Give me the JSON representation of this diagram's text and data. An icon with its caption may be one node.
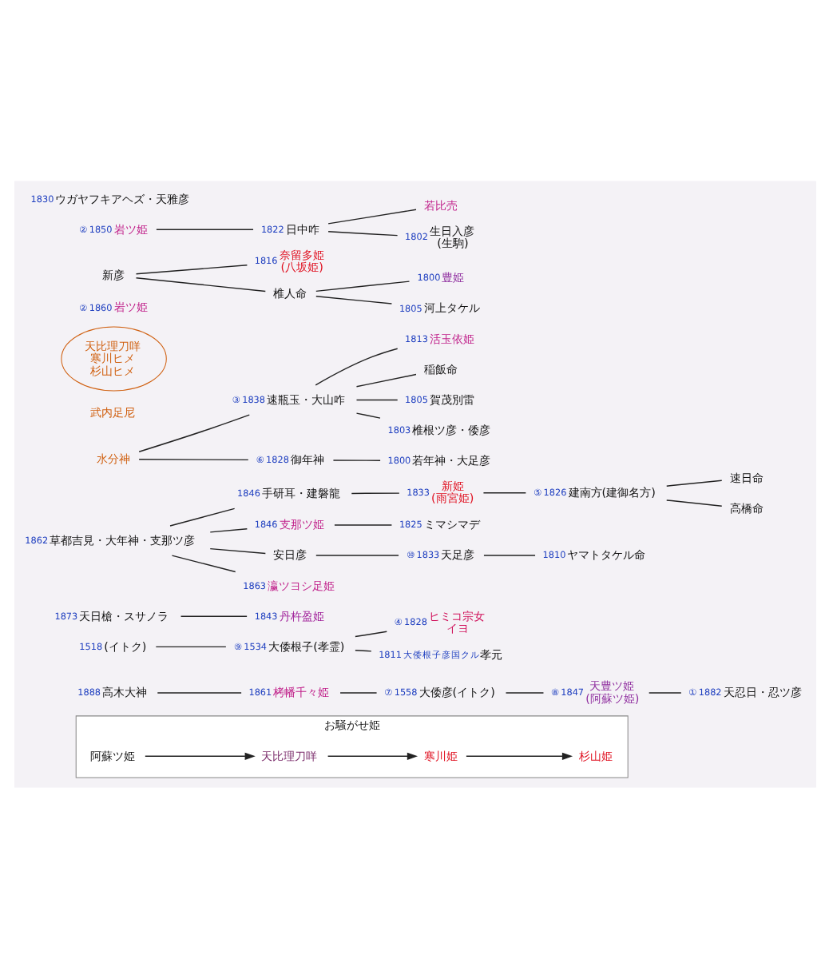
{
  "diagram": {
    "nodes": [
      {
        "text": [
          "お騒がせ姫"
        ]
      },
      {
        "text": [
          "阿蘇ツ姫"
        ],
        "in": 0
      },
      {
        "text": [
          "天比理刀咩"
        ],
        "in": 0
      },
      {
        "text": [
          "寒川姫"
        ],
        "in": 0
      },
      {
        "text": [
          "杉山姫"
        ],
        "in": 0
      },
      {
        "text": [
          "高木大神"
        ],
        "beside": [
          "1888"
        ]
      },
      {
        "text": [
          "栲幡千々姫"
        ],
        "beside": [
          "1861"
        ]
      },
      {
        "text": [
          "大倭彦(イトク)"
        ],
        "beside": [
          "⑦",
          "1558"
        ]
      },
      {
        "text": [
          "(イトク)"
        ],
        "beside": [
          "1518"
        ]
      },
      {
        "text": [
          "大倭根子(孝霊)"
        ],
        "beside": [
          "⑨",
          "1534"
        ]
      },
      {
        "text": [
          "天日槍・スサノラ"
        ],
        "beside": [
          "1873"
        ]
      },
      {
        "text": [
          "草都吉見・大年神・支那ツ彦"
        ],
        "beside": [
          "1862"
        ]
      },
      {
        "text": [
          "手研耳・建磐龍"
        ],
        "beside": [
          "1846"
        ]
      },
      {
        "text": [
          "丹杵盈姫"
        ],
        "beside": [
          "1843"
        ]
      },
      {
        "text": [
          "支那ツ姫"
        ],
        "beside": [
          "1846"
        ]
      },
      {
        "text": [
          "水分神"
        ]
      },
      {
        "text": [
          "安日彦"
        ]
      },
      {
        "text": [
          "瀛ツヨシ足姫"
        ],
        "beside": [
          "1863"
        ]
      },
      {
        "text": [
          "武内足尼"
        ]
      },
      {
        "text": [
          "天豊ツ姫",
          "(阿蘇ツ姫)"
        ],
        "beside": [
          "⑧",
          "1847"
        ]
      },
      {
        "text": [
          "天比理刀咩",
          "寒川ヒメ",
          "杉山ヒメ"
        ]
      },
      {
        "text": [
          "岩ツ姫"
        ],
        "beside": [
          "②",
          "1860"
        ]
      },
      {
        "text": [
          "速瓶玉・大山咋"
        ],
        "beside": [
          "③",
          "1838"
        ]
      },
      {
        "text": [
          "天足彦"
        ],
        "beside": [
          "⑩",
          "1833"
        ]
      },
      {
        "text": [
          "新姫",
          "(雨宮姫)"
        ],
        "beside": [
          "1833"
        ]
      },
      {
        "text": [
          "新彦"
        ]
      },
      {
        "text": [
          "天忍日・忍ツ彦"
        ],
        "beside": [
          "①",
          "1882"
        ]
      },
      {
        "text": [
          "岩ツ姫"
        ],
        "beside": [
          "②",
          "1850"
        ]
      },
      {
        "text": [
          "ウガヤフキアヘズ・天雅彦"
        ],
        "beside": [
          "1830"
        ]
      },
      {
        "text": [
          "日中咋"
        ],
        "beside": [
          "1822"
        ]
      },
      {
        "text": [
          "若比売"
        ]
      },
      {
        "text": [
          "生日入彦",
          "(生駒)"
        ],
        "beside": [
          "1802"
        ]
      },
      {
        "text": [
          "建南方(建御名方)"
        ],
        "beside": [
          "⑤",
          "1826"
        ]
      },
      {
        "text": [
          "速日命"
        ]
      },
      {
        "text": [
          "高橋命"
        ]
      },
      {
        "text": [
          "奈留多姫",
          "(八坂姫)"
        ],
        "beside": [
          "1816"
        ]
      },
      {
        "text": [
          "椎人命"
        ]
      },
      {
        "text": [
          "豊姫"
        ],
        "beside": [
          "1800"
        ]
      },
      {
        "text": [
          "河上タケル"
        ],
        "beside": [
          "1805"
        ]
      },
      {
        "text": [
          "ヤマトタケル命"
        ],
        "beside": [
          "1810"
        ]
      },
      {
        "text": [
          "活玉依姫"
        ],
        "beside": [
          "1813"
        ]
      },
      {
        "text": [
          "稲飯命"
        ]
      },
      {
        "text": [
          "賀茂別雷"
        ],
        "beside": [
          "1805"
        ]
      },
      {
        "text": [
          "椎根ツ彦・倭彦"
        ],
        "beside": [
          "1803"
        ]
      },
      {
        "text": [
          "若年神・大足彦"
        ],
        "beside": [
          "1800"
        ]
      },
      {
        "text": [
          "御年神"
        ],
        "beside": [
          "⑥",
          "1828"
        ]
      },
      {
        "text": [
          "ミマシマデ"
        ],
        "beside": [
          "1825"
        ]
      },
      {
        "text": [
          "ヒミコ宗女",
          "イヨ"
        ],
        "beside": [
          "④",
          "1828"
        ]
      },
      {
        "text": [
          "孝元"
        ],
        "beside": [
          "1811",
          "大倭根子彦国クル"
        ]
      }
    ],
    "edges": [
      {
        "from": 1,
        "to": 2,
        "arrow": "to"
      },
      {
        "from": 2,
        "to": 3,
        "arrow": "to"
      },
      {
        "from": 3,
        "to": 4,
        "arrow": "to"
      },
      {
        "from": 5,
        "to": 6,
        "arrow": "none"
      },
      {
        "from": 6,
        "to": 7,
        "arrow": "none"
      },
      {
        "from": 11,
        "to": 12,
        "arrow": "none"
      },
      {
        "from": 7,
        "to": 19,
        "arrow": "none"
      },
      {
        "from": 19,
        "to": 26,
        "arrow": "none"
      },
      {
        "from": 8,
        "to": 9,
        "arrow": "none"
      },
      {
        "from": 10,
        "to": 13,
        "arrow": "none"
      },
      {
        "from": 11,
        "to": 14,
        "arrow": "none"
      },
      {
        "from": 11,
        "to": 17,
        "arrow": "none"
      },
      {
        "from": 11,
        "to": 16,
        "arrow": "none"
      },
      {
        "from": 14,
        "to": 46,
        "arrow": "none"
      },
      {
        "from": 15,
        "to": 22,
        "arrow": "none"
      },
      {
        "from": 15,
        "to": 45,
        "arrow": "none"
      },
      {
        "from": 9,
        "to": 47,
        "arrow": "none"
      },
      {
        "from": 9,
        "to": 48,
        "arrow": "none"
      },
      {
        "from": 16,
        "to": 23,
        "arrow": "none"
      },
      {
        "from": 23,
        "to": 39,
        "arrow": "none"
      },
      {
        "from": 22,
        "to": 43,
        "arrow": "none"
      },
      {
        "from": 22,
        "to": 42,
        "arrow": "none"
      },
      {
        "from": 22,
        "to": 41,
        "arrow": "none"
      },
      {
        "from": 22,
        "to": 40,
        "arrow": "none"
      },
      {
        "from": 45,
        "to": 44,
        "arrow": "none"
      },
      {
        "from": 12,
        "to": 24,
        "arrow": "none"
      },
      {
        "from": 24,
        "to": 32,
        "arrow": "none"
      },
      {
        "from": 32,
        "to": 33,
        "arrow": "none"
      },
      {
        "from": 32,
        "to": 34,
        "arrow": "none"
      },
      {
        "from": 25,
        "to": 35,
        "arrow": "none"
      },
      {
        "from": 25,
        "to": 36,
        "arrow": "none"
      },
      {
        "from": 36,
        "to": 37,
        "arrow": "none"
      },
      {
        "from": 36,
        "to": 38,
        "arrow": "none"
      },
      {
        "from": 27,
        "to": 29,
        "arrow": "none"
      },
      {
        "from": 29,
        "to": 30,
        "arrow": "none"
      },
      {
        "from": 29,
        "to": 31,
        "arrow": "none"
      }
    ]
  }
}
